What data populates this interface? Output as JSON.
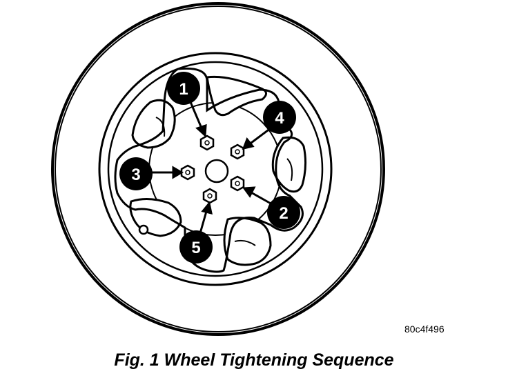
{
  "figure_code": "80c4f496",
  "caption": "Fig. 1 Wheel Tightening Sequence",
  "sequence_labels": [
    "1",
    "2",
    "3",
    "4",
    "5"
  ],
  "colors": {
    "line": "#000000",
    "fill": "#ffffff",
    "callout": "#000000"
  }
}
